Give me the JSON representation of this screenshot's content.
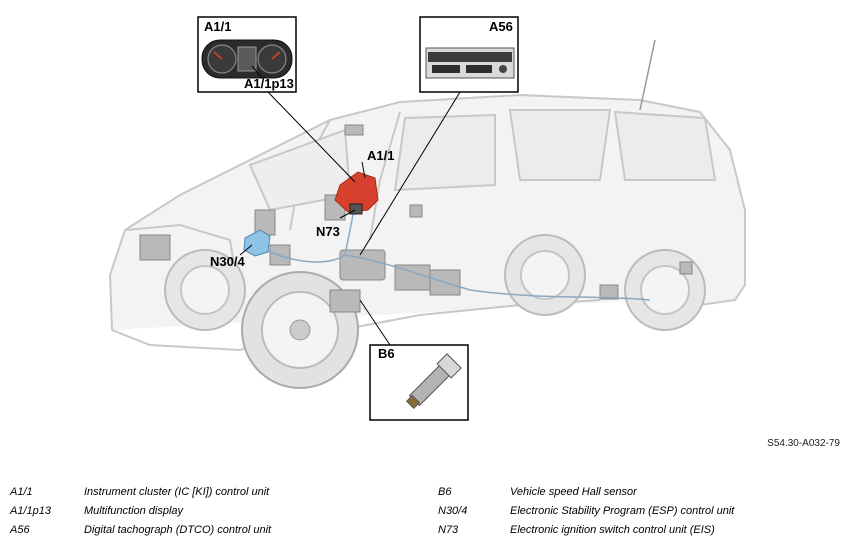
{
  "callouts": {
    "a1_1_box": "A1/1",
    "a1_1p13_box": "A1/1p13",
    "a56_box": "A56",
    "b6_box": "B6",
    "a1_1_vehicle": "A1/1",
    "n73_vehicle": "N73",
    "n30_4_vehicle": "N30/4"
  },
  "document_code": "S54.30-A032-79",
  "legend": {
    "left": [
      {
        "code": "A1/1",
        "description": "Instrument cluster (IC [KI]) control unit"
      },
      {
        "code": "A1/1p13",
        "description": "Multifunction display"
      },
      {
        "code": "A56",
        "description": "Digital tachograph (DTCO) control unit"
      }
    ],
    "right": [
      {
        "code": "B6",
        "description": "Vehicle speed Hall sensor"
      },
      {
        "code": "N30/4",
        "description": "Electronic Stability Program (ESP) control unit"
      },
      {
        "code": "N73",
        "description": "Electronic ignition switch control unit (EIS)"
      }
    ]
  },
  "colors": {
    "highlight_red": "#d6402c",
    "highlight_blue": "#8fc3e6",
    "vehicle_outline": "#c8c8c8"
  }
}
